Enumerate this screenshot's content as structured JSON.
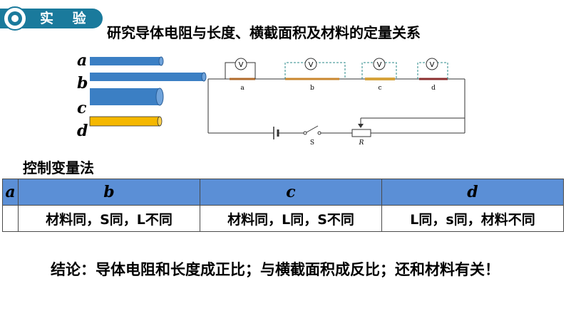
{
  "header": {
    "label": "实 验"
  },
  "title": "研究导体电阻与长度、横截面积及材料的定量关系",
  "wires": [
    {
      "label": "a",
      "color": "#3b7fc4"
    },
    {
      "label": "b",
      "color": "#3b7fc4"
    },
    {
      "label": "c",
      "color": "#3b7fc4"
    },
    {
      "label": "d",
      "color": "#f5b800"
    }
  ],
  "circuit": {
    "voltmeter_symbol": "V",
    "segments": [
      "a",
      "b",
      "c",
      "d"
    ],
    "switch_label": "S",
    "rheostat_label": "R"
  },
  "method": {
    "title": "控制变量法"
  },
  "table": {
    "headers": [
      "a",
      "b",
      "c",
      "d"
    ],
    "cells": [
      "材料同，S同，L不同",
      "材料同，L同，S不同",
      "L同，s同，材料不同"
    ]
  },
  "conclusion": "结论：导体电阻和长度成正比；与横截面积成反比；还和材料有关！",
  "colors": {
    "accent": "#1a7a9c",
    "table_header": "#5b8fd6",
    "wire_blue": "#3b7fc4",
    "wire_yellow": "#f5b800"
  }
}
